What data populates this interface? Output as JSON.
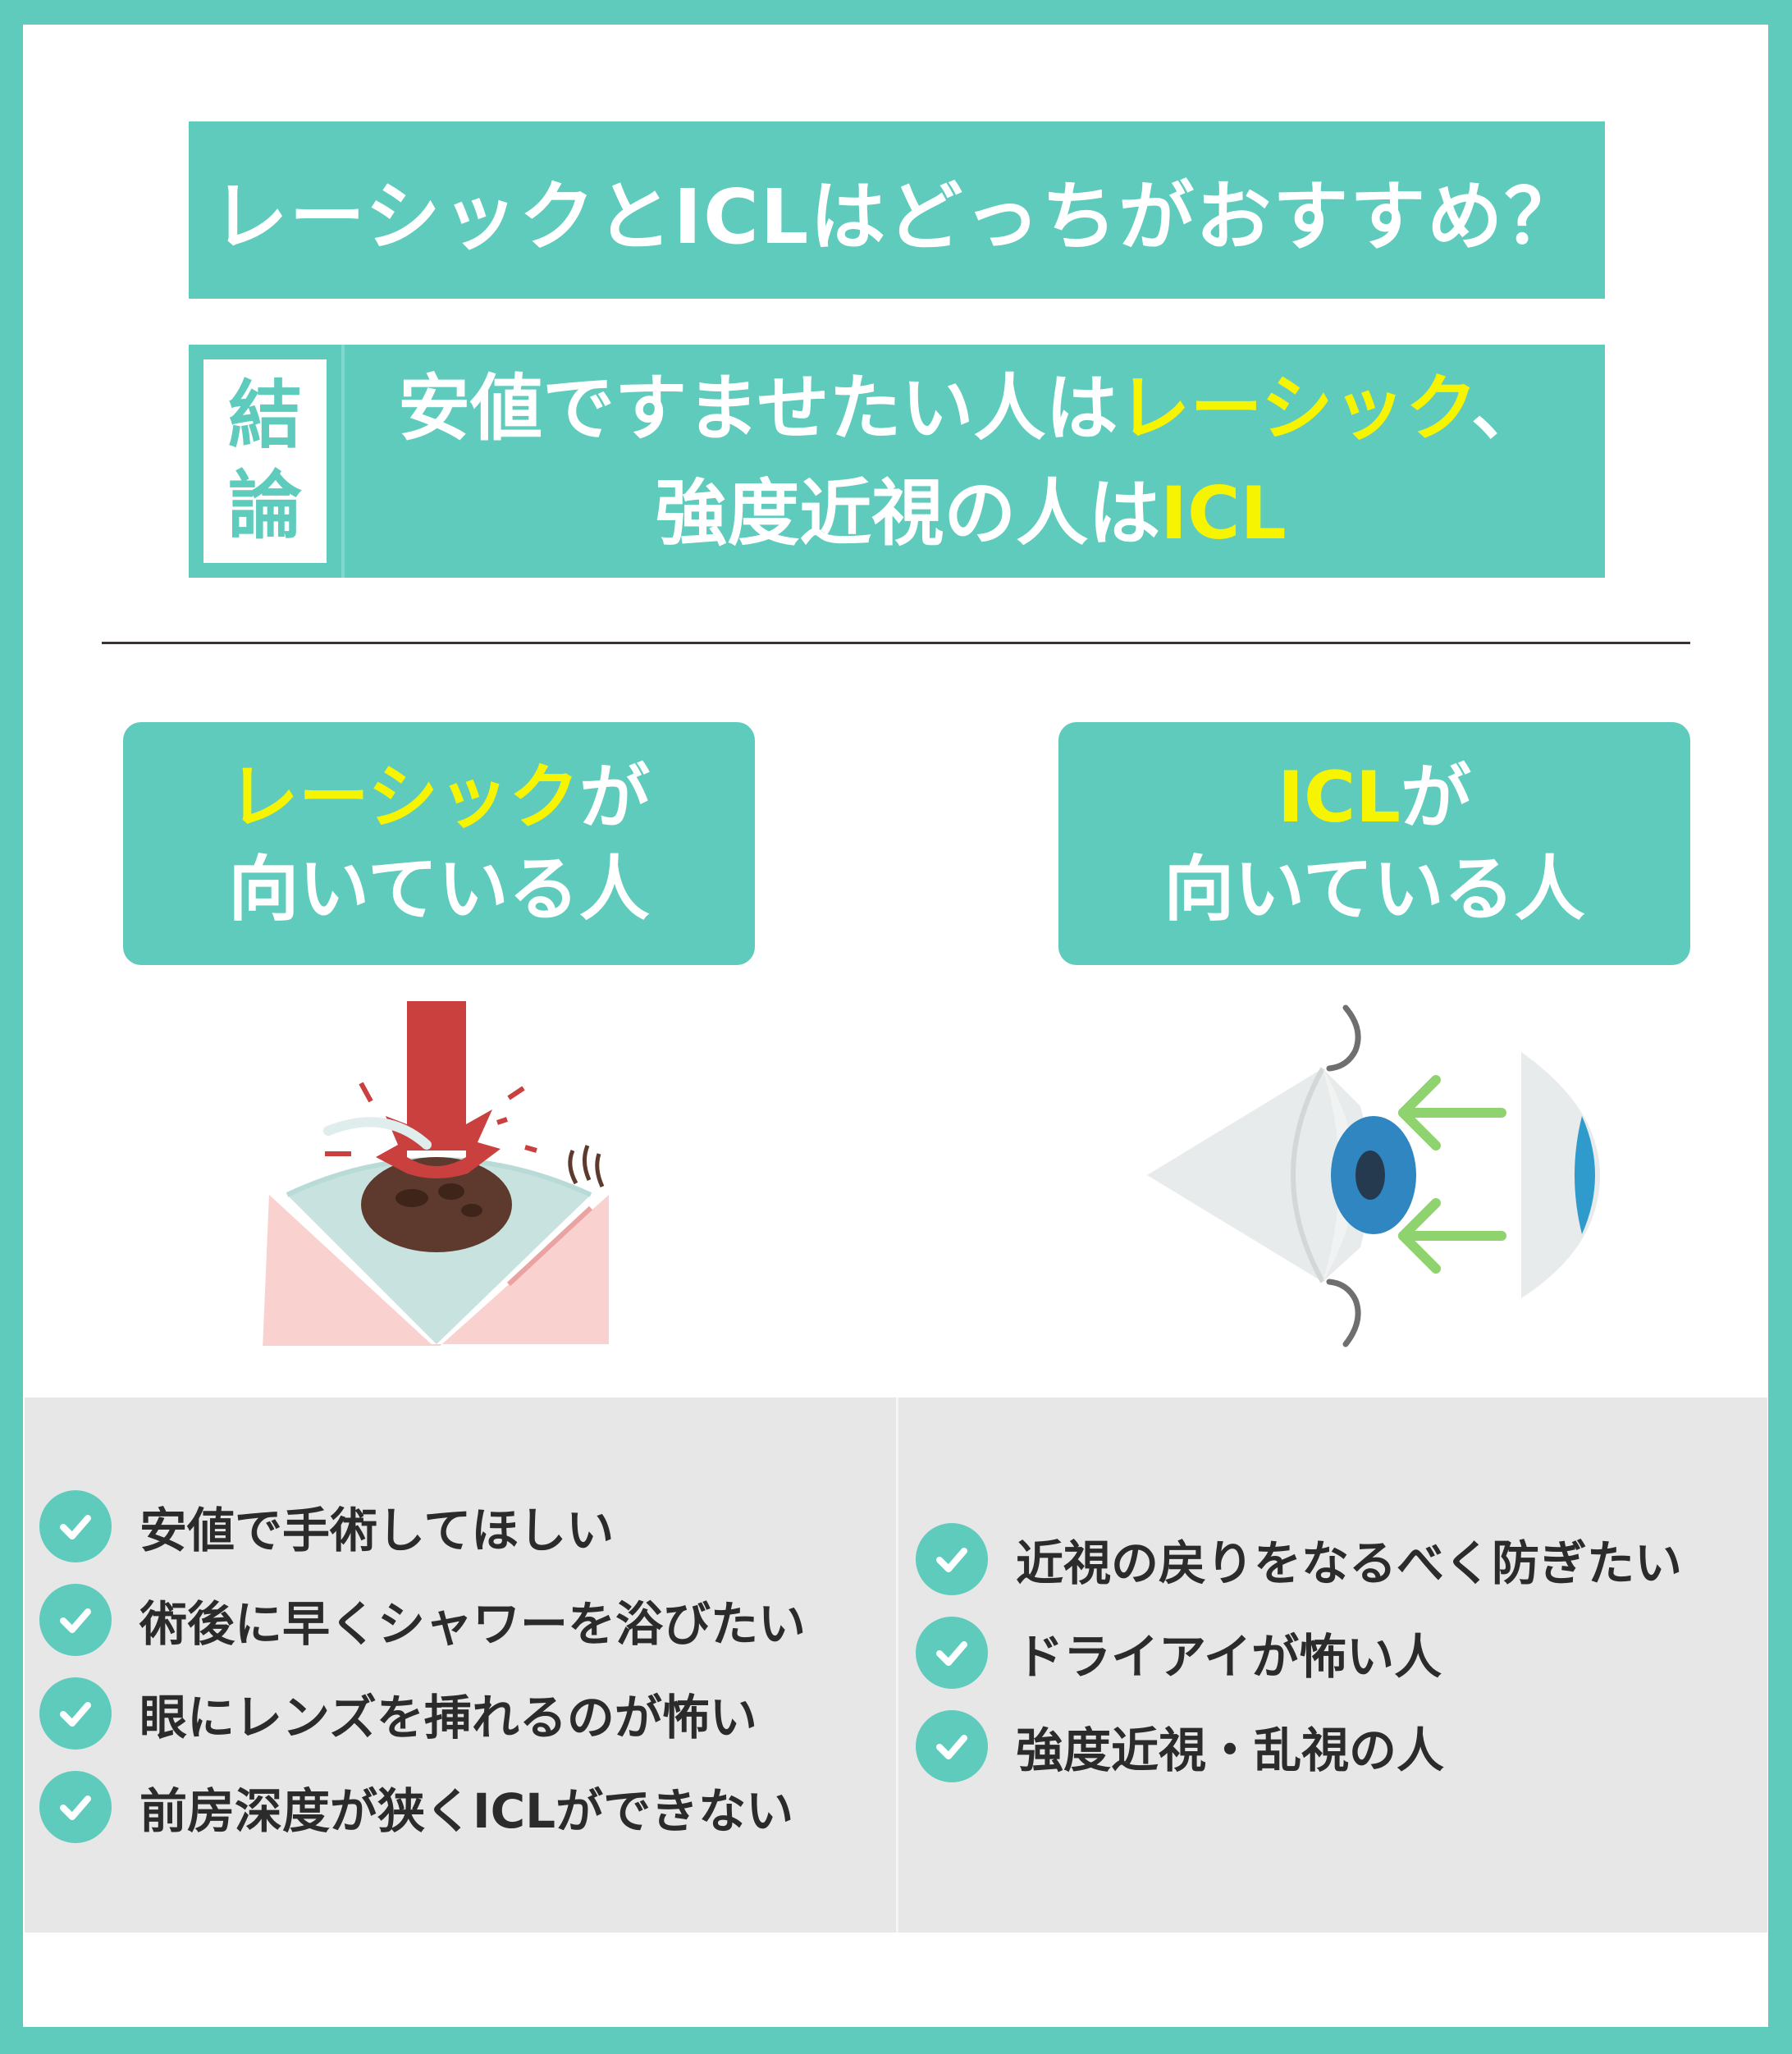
{
  "title": "レーシックとICLはどっちがおすすめ？",
  "conclusion": {
    "tag_line1": "結",
    "tag_line2": "論",
    "line1_prefix": "安値ですませたい人は",
    "line1_highlight": "レーシック",
    "line1_suffix": "、",
    "line2_prefix": "強度近視の人は",
    "line2_highlight": "ICL"
  },
  "left_panel": {
    "highlight": "レーシック",
    "line1_suffix": "が",
    "line2": "向いている人"
  },
  "right_panel": {
    "highlight": "ICL",
    "line1_suffix": "が",
    "line2": "向いている人"
  },
  "left_list": [
    "安値で手術してほしい",
    "術後に早くシャワーを浴びたい",
    "眼にレンズを挿れるのが怖い",
    "前房深度が狭くICLができない"
  ],
  "right_list": [
    "近視の戻りをなるべく防ぎたい",
    "ドライアイが怖い人",
    "強度近視・乱視の人"
  ],
  "icons": {
    "left_illustration": "laser-eye-surgery-icon",
    "right_illustration": "eye-lens-insertion-icon",
    "bullet": "check-circle-icon"
  },
  "colors": {
    "accent": "#5ecbbd",
    "highlight": "#f6f400",
    "list_background": "#e7e7e7"
  }
}
